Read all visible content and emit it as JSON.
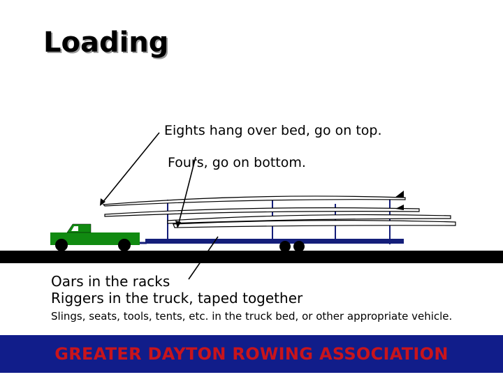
{
  "slide": {
    "title": "Loading",
    "annotations": {
      "eights": "Eights hang over bed, go on top.",
      "fours": "Fours, go on bottom.",
      "oars": "Oars in the racks",
      "riggers": "Riggers in the truck, taped together",
      "slings": "Slings, seats, tools, tents, etc. in the truck bed, or other appropriate vehicle."
    },
    "footer": "GREATER DAYTON ROWING ASSOCIATION"
  },
  "colors": {
    "truck": "#118a11",
    "trailer": "#141e7a",
    "road": "#000000",
    "footer_bg": "#111d8a",
    "footer_text": "#c8141c"
  }
}
